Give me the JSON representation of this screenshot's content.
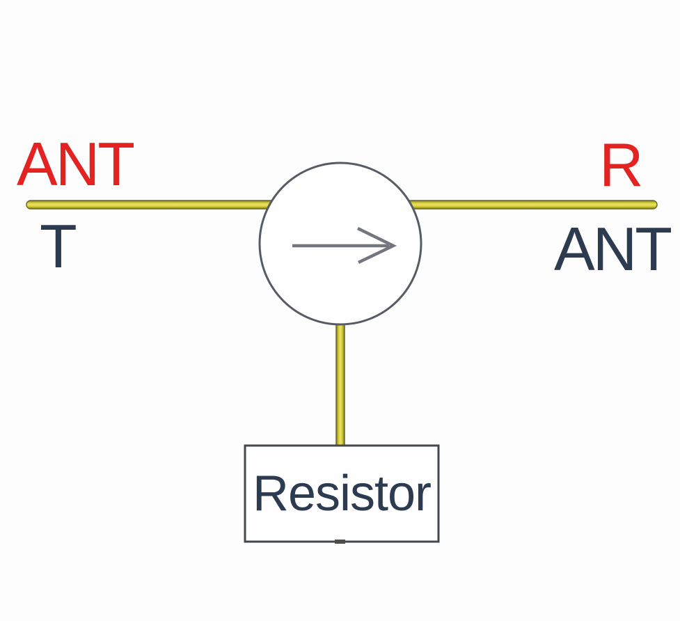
{
  "diagram": {
    "type": "circulator-schematic",
    "ports": {
      "left_top_label": "ANT",
      "left_bottom_label": "T",
      "right_top_label": "R",
      "right_bottom_label": "ANT"
    },
    "component_label": "Resistor",
    "colors": {
      "label_red": "#e32222",
      "label_navy": "#2c3b4f",
      "wire_yellow": "#d6cc31",
      "wire_highlight": "#e9e268",
      "wire_outline": "#6d692c",
      "circle_outline": "#565b64",
      "circle_fill": "#fefefe",
      "arrow_gray": "#73767e",
      "box_outline": "#43484f",
      "box_fill": "#fefefe",
      "background": "#fdfdfd"
    }
  }
}
